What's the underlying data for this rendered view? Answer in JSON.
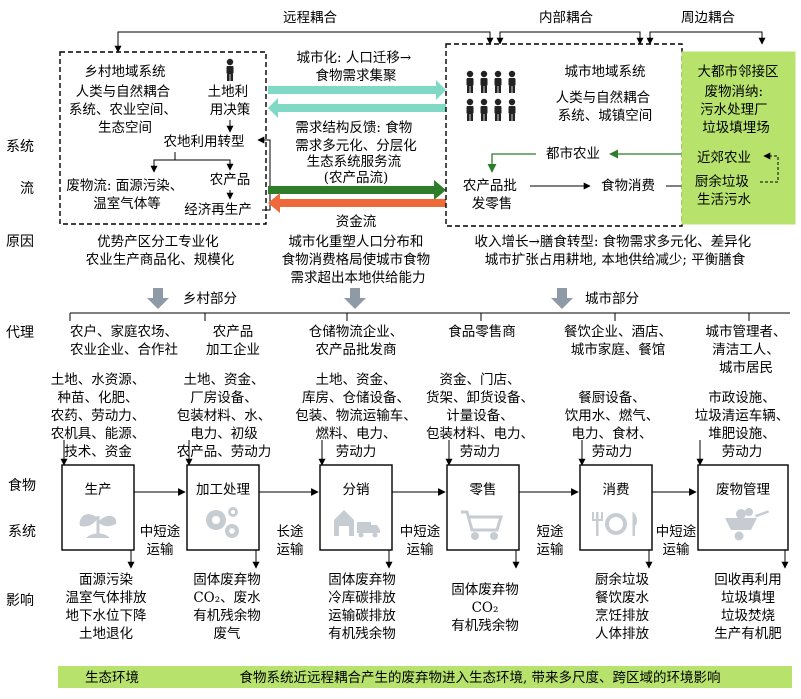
{
  "top": {
    "remote": "远程耦合",
    "internal": "内部耦合",
    "peripheral": "周边耦合"
  },
  "side": {
    "system": "系统",
    "flow": "流",
    "cause": "原因",
    "agent": "代理",
    "food_system": [
      "食物",
      "系统"
    ],
    "impact": "影响"
  },
  "rural": {
    "title": "乡村地域系统",
    "desc": [
      "人类与自然耦合",
      "系统、农业空间、",
      "生态空间"
    ],
    "landuse": [
      "土地利",
      "用决策"
    ],
    "transform": "农地利用转型",
    "waste": [
      "废物流: 面源污染、",
      "温室气体等"
    ],
    "product": "农产品",
    "economy": "经济再生产"
  },
  "flows": {
    "urbanization": [
      "城市化: 人口迁移→",
      "食物需求集聚"
    ],
    "demand": [
      "需求结构反馈: 食物",
      "需求多元化、分层化"
    ],
    "ecosystem": [
      "生态系统服务流",
      "(农产品流)"
    ],
    "capital": "资金流"
  },
  "urban": {
    "title": "城市地域系统",
    "desc": [
      "人类与自然耦合",
      "系统、城镇空间"
    ],
    "urban_ag": "都市农业",
    "wholesale": [
      "农产品批",
      "发零售"
    ],
    "consumption": "食物消费"
  },
  "metro": {
    "title": "大都市邻接区",
    "desc": [
      "废物消纳:",
      "污水处理厂",
      "垃圾填埋场"
    ],
    "suburban": "近郊农业",
    "kitchen": [
      "厨余垃圾",
      "生活污水"
    ]
  },
  "causes": {
    "c1": [
      "优势产区分工专业化",
      "农业生产商品化、规模化"
    ],
    "c2": [
      "城市化重塑人口分布和",
      "食物消费格局使城市食物",
      "需求超出本地供给能力"
    ],
    "c3": [
      "收入增长→膳食转型: 食物需求多元化、差异化",
      "城市扩张占用耕地, 本地供给减少; 平衡膳食"
    ]
  },
  "parts": {
    "rural": "乡村部分",
    "city": "城市部分"
  },
  "agents": [
    [
      "农户、家庭农场、",
      "农业企业、合作社"
    ],
    [
      "农产品",
      "加工企业"
    ],
    [
      "仓储物流企业、",
      "农产品批发商"
    ],
    [
      "食品零售商"
    ],
    [
      "餐饮企业、酒店、",
      "城市家庭、餐馆"
    ],
    [
      "城市管理者、",
      "清洁工人、",
      "城市居民"
    ]
  ],
  "inputs": [
    [
      "土地、水资源、",
      "种苗、化肥、",
      "农药、劳动力、",
      "农机具、能源、",
      "技术、资金"
    ],
    [
      "土地、资金、",
      "厂房设备、",
      "包装材料、水、",
      "电力、初级",
      "农产品、劳动力"
    ],
    [
      "土地、资金、",
      "库房、仓储设备、",
      "包装、物流运输车、",
      "燃料、电力、",
      "劳动力"
    ],
    [
      "资金、门店、",
      "货架、卸货设备、",
      "计量设备、",
      "包装材料、电力、",
      "劳动力"
    ],
    [
      "餐厨设备、",
      "饮用水、燃气、",
      "电力、食材、",
      "劳动力"
    ],
    [
      "市政设施、",
      "垃圾清运车辆、",
      "堆肥设施、",
      "劳动力"
    ]
  ],
  "stages": [
    {
      "label": "生产",
      "icon": "sprout-icon"
    },
    {
      "label": "加工处理",
      "icon": "gears-icon"
    },
    {
      "label": "分销",
      "icon": "truck-warehouse-icon"
    },
    {
      "label": "零售",
      "icon": "shopping-cart-icon"
    },
    {
      "label": "消费",
      "icon": "plate-cutlery-icon"
    },
    {
      "label": "废物管理",
      "icon": "wheelbarrow-icon"
    }
  ],
  "transport": [
    [
      "中短途",
      "运输"
    ],
    [
      "长途",
      "运输"
    ],
    [
      "中短途",
      "运输"
    ],
    [
      "短途",
      "运输"
    ],
    [
      "中短途",
      "运输"
    ]
  ],
  "impacts": [
    [
      "面源污染",
      "温室气体排放",
      "地下水位下降",
      "土地退化"
    ],
    [
      "固体废弃物",
      "CO₂、废水",
      "有机残余物",
      "废气"
    ],
    [
      "固体废弃物",
      "冷库碳排放",
      "运输碳排放",
      "有机残余物"
    ],
    [
      "固体废弃物",
      "CO₂",
      "有机残余物"
    ],
    [
      "厨余垃圾",
      "餐饮废水",
      "烹饪排放",
      "人体排放"
    ],
    [
      "回收再利用",
      "垃圾填埋",
      "垃圾焚烧",
      "生产有机肥"
    ]
  ],
  "bottom": {
    "label": "生态环境",
    "text": "食物系统近远程耦合产生的废弃物进入生态环境, 带来多尺度、跨区域的环境影响"
  },
  "colors": {
    "green_band": "#b7e36d",
    "metro_box": "#b7e36d",
    "teal_arrow": "#7fd9c4",
    "dark_green_arrow": "#2e7d2b",
    "orange_arrow": "#ef6a3a",
    "gray_arrow": "#8e9aa6",
    "icon_gray": "#c7ccd2"
  }
}
